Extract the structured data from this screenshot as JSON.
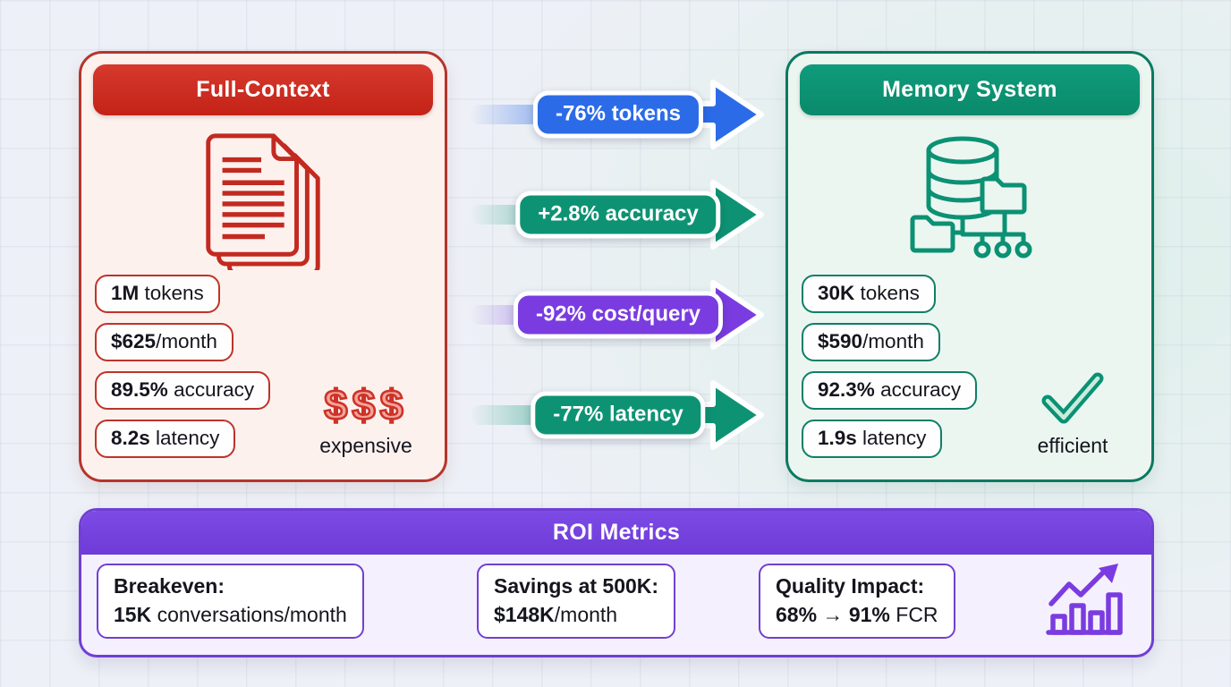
{
  "left_panel": {
    "title": "Full-Context",
    "icon": "documents-stack-icon",
    "stats": [
      {
        "value": "1M",
        "label": " tokens"
      },
      {
        "value": "$625",
        "label": "/month"
      },
      {
        "value": "89.5%",
        "label": " accuracy"
      },
      {
        "value": "8.2s",
        "label": " latency"
      }
    ],
    "badge_symbol": "$$$",
    "badge_caption": "expensive",
    "accent_color": "#c6291f",
    "fill_color": "#fdf1ee"
  },
  "right_panel": {
    "title": "Memory System",
    "icon": "database-folders-icon",
    "stats": [
      {
        "value": "30K",
        "label": " tokens"
      },
      {
        "value": "$590",
        "label": "/month"
      },
      {
        "value": "92.3%",
        "label": " accuracy"
      },
      {
        "value": "1.9s",
        "label": " latency"
      }
    ],
    "badge_icon": "checkmark-icon",
    "badge_caption": "efficient",
    "accent_color": "#0b9173",
    "fill_color": "#ecf6f1"
  },
  "arrows": [
    {
      "label": "-76% tokens",
      "color": "#2c6be8"
    },
    {
      "label": "+2.8% accuracy",
      "color": "#0d9373"
    },
    {
      "label": "-92% cost/query",
      "color": "#7a3ce0"
    },
    {
      "label": "-77% latency",
      "color": "#0d9373"
    }
  ],
  "roi": {
    "title": "ROI Metrics",
    "accent_color": "#7040d4",
    "icon": "bar-chart-growth-icon",
    "cards": [
      {
        "heading": "Breakeven:",
        "value": "15K",
        "rest": " conversations/month"
      },
      {
        "heading": "Savings at 500K:",
        "value": "$148K",
        "rest": "/month"
      },
      {
        "heading": "Quality Impact:",
        "from": "68%",
        "arrow": " → ",
        "to": "91%",
        "suffix": " FCR"
      }
    ]
  }
}
